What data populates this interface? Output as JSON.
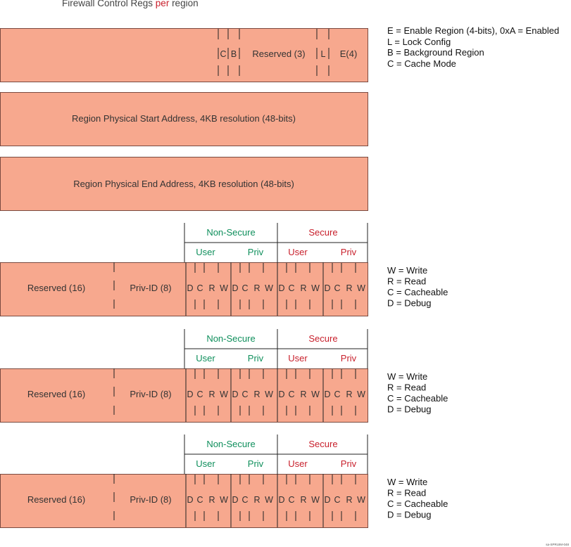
{
  "title": {
    "prefix": "Firewall Control Regs ",
    "highlight": "per",
    "suffix": " region"
  },
  "control_reg": {
    "fields": {
      "c": "C",
      "b": "B",
      "reserved": "Reserved (3)",
      "l": "L",
      "e": "E(4)"
    },
    "legend": [
      "E = Enable Region (4-bits), 0xA = Enabled",
      "L = Lock Config",
      "B = Background Region",
      "C = Cache Mode"
    ]
  },
  "start_reg": {
    "label": "Region Physical Start Address, 4KB resolution (48-bits)"
  },
  "end_reg": {
    "label": "Region Physical End Address, 4KB resolution (48-bits)"
  },
  "priv_regs": [
    {
      "header": {
        "nonsecure": "Non-Secure",
        "secure": "Secure",
        "user1": "User",
        "priv1": "Priv",
        "user2": "User",
        "priv2": "Priv"
      },
      "reserved": "Reserved (16)",
      "privid": "Priv-ID (8)",
      "bits": [
        "D",
        "C",
        "R",
        "W"
      ],
      "legend": [
        "W = Write",
        "R = Read",
        "C = Cacheable",
        "D = Debug"
      ]
    },
    {
      "header": {
        "nonsecure": "Non-Secure",
        "secure": "Secure",
        "user1": "User",
        "priv1": "Priv",
        "user2": "User",
        "priv2": "Priv"
      },
      "reserved": "Reserved (16)",
      "privid": "Priv-ID (8)",
      "bits": [
        "D",
        "C",
        "R",
        "W"
      ],
      "legend": [
        "W = Write",
        "R = Read",
        "C = Cacheable",
        "D = Debug"
      ]
    },
    {
      "header": {
        "nonsecure": "Non-Secure",
        "secure": "Secure",
        "user1": "User",
        "priv1": "Priv",
        "user2": "User",
        "priv2": "Priv"
      },
      "reserved": "Reserved (16)",
      "privid": "Priv-ID (8)",
      "bits": [
        "D",
        "C",
        "R",
        "W"
      ],
      "legend": [
        "W = Write",
        "R = Read",
        "C = Cacheable",
        "D = Debug"
      ]
    }
  ],
  "footer_id": "sa-SPRUIM-048"
}
